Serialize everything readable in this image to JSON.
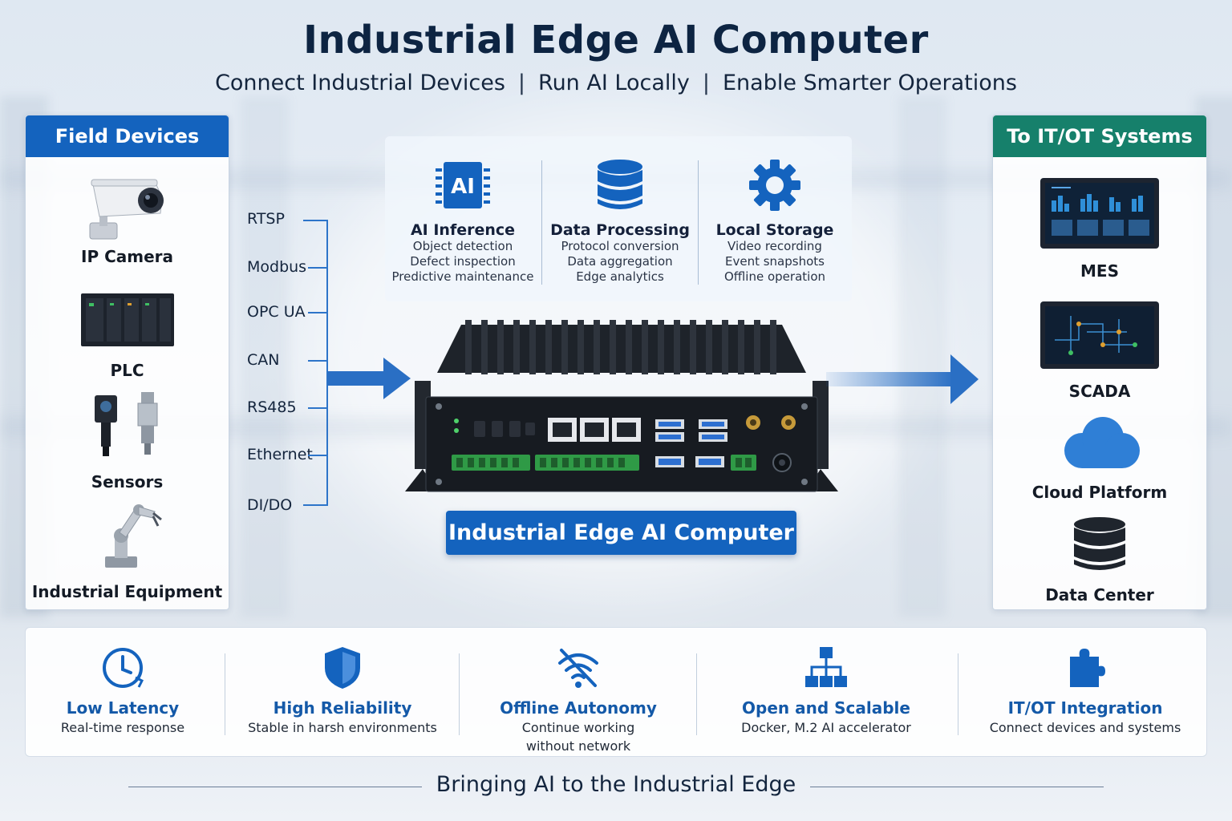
{
  "header": {
    "title": "Industrial Edge AI Computer",
    "subtitle_parts": [
      "Connect Industrial Devices",
      "Run AI Locally",
      "Enable Smarter Operations"
    ],
    "separator": "|"
  },
  "field_devices": {
    "heading": "Field Devices",
    "items": [
      {
        "label": "IP Camera",
        "icon": "ip-camera-icon"
      },
      {
        "label": "PLC",
        "icon": "plc-icon"
      },
      {
        "label": "Sensors",
        "icon": "sensors-icon"
      },
      {
        "label": "Industrial Equipment",
        "icon": "robot-arm-icon"
      }
    ]
  },
  "protocols": [
    "RTSP",
    "Modbus",
    "OPC UA",
    "CAN",
    "RS485",
    "Ethernet",
    "DI/DO"
  ],
  "features": [
    {
      "title": "AI Inference",
      "icon": "ai-chip-icon",
      "lines": [
        "Object detection",
        "Defect inspection",
        "Predictive maintenance"
      ]
    },
    {
      "title": "Data Processing",
      "icon": "database-icon",
      "lines": [
        "Protocol conversion",
        "Data aggregation",
        "Edge analytics"
      ]
    },
    {
      "title": "Local Storage",
      "icon": "gear-icon",
      "lines": [
        "Video recording",
        "Event snapshots",
        "Offline operation"
      ]
    }
  ],
  "ai_chip_text": "AI",
  "device_label": "Industrial Edge AI Computer",
  "systems": {
    "heading": "To IT/OT Systems",
    "items": [
      {
        "label": "MES",
        "icon": "dashboard-monitor-icon"
      },
      {
        "label": "SCADA",
        "icon": "scada-monitor-icon"
      },
      {
        "label": "Cloud Platform",
        "icon": "cloud-icon"
      },
      {
        "label": "Data Center",
        "icon": "server-stack-icon"
      }
    ]
  },
  "benefits": [
    {
      "title": "Low Latency",
      "icon": "clock-icon",
      "lines": [
        "Real-time response"
      ]
    },
    {
      "title": "High Reliability",
      "icon": "shield-icon",
      "lines": [
        "Stable in harsh environments"
      ]
    },
    {
      "title": "Offline Autonomy",
      "icon": "wifi-off-icon",
      "lines": [
        "Continue working",
        "without network"
      ]
    },
    {
      "title": "Open and Scalable",
      "icon": "network-tree-icon",
      "lines": [
        "Docker, M.2 AI accelerator"
      ]
    },
    {
      "title": "IT/OT Integration",
      "icon": "puzzle-icon",
      "lines": [
        "Connect devices and systems"
      ]
    }
  ],
  "tagline": "Bringing AI to the Industrial Edge",
  "colors": {
    "primary_blue": "#1463be",
    "teal": "#16806b",
    "dark_navy": "#0d2442",
    "benefit_blue": "#1459a8"
  }
}
